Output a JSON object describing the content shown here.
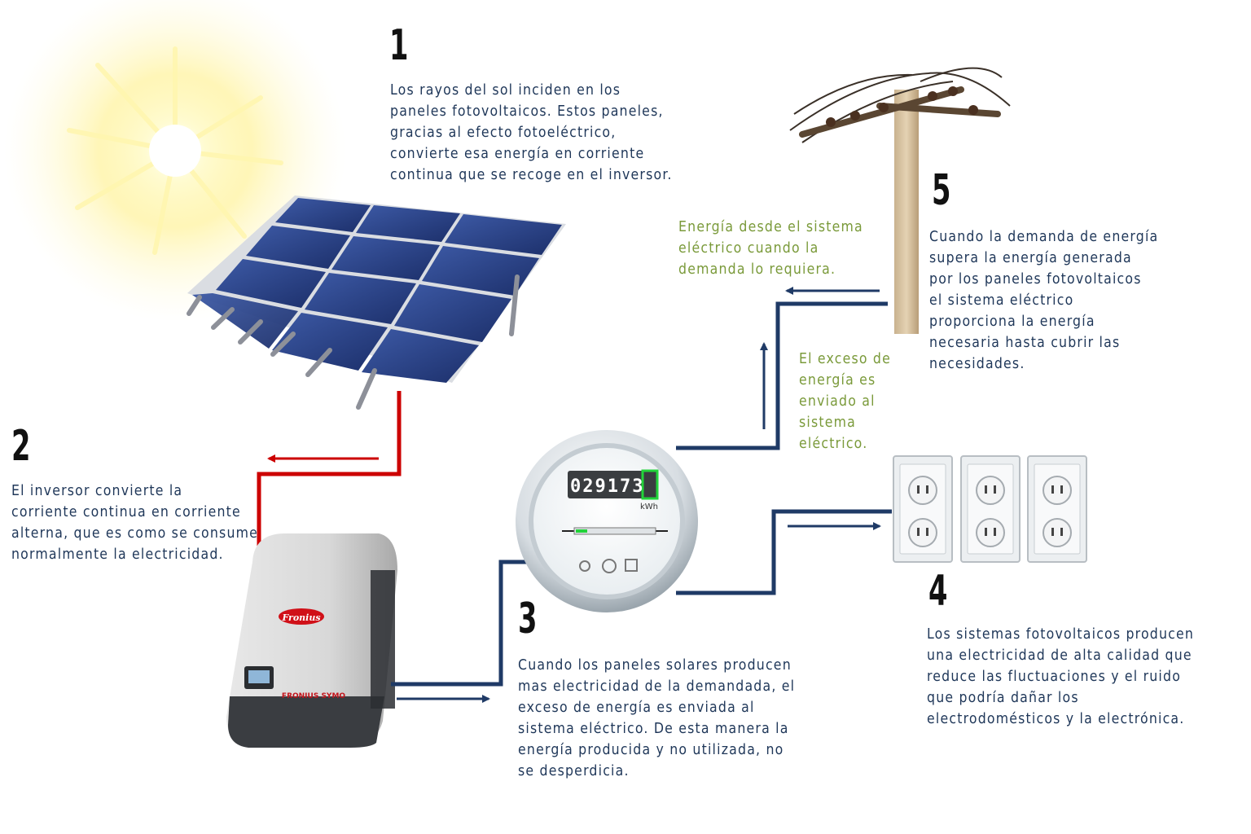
{
  "steps": [
    {
      "number": "1",
      "text": "Los rayos del sol inciden en los\npaneles fotovoltaicos. Estos paneles,\ngracias al efecto fotoeléctrico,\nconvierte esa energía en corriente\ncontinua que se recoge en el inversor."
    },
    {
      "number": "2",
      "text": "El inversor convierte la\ncorriente continua en corriente\nalterna, que es como se consume\nnormalmente la electricidad."
    },
    {
      "number": "3",
      "text": "Cuando los paneles solares producen\nmas electricidad de la demandada, el\nexceso de energía es enviada al\nsistema eléctrico. De esta manera la\nenergía producida y no utilizada, no\nse desperdicia."
    },
    {
      "number": "4",
      "text": "Los sistemas fotovoltaicos producen\nuna electricidad de alta calidad que\nreduce las fluctuaciones y el ruido\nque podría dañar los\nelectrodomésticos y la electrónica."
    },
    {
      "number": "5",
      "text": "Cuando la demanda de energía\nsupera la energía generada\npor los paneles fotovoltaicos\nel sistema eléctrico\nproporciona la energía\nnecesaria hasta cubrir las\nnecesidades."
    }
  ],
  "flow_labels": {
    "from_grid": "Energía desde el sistema\neléctrico cuando la\ndemanda lo requiera.",
    "to_grid": "El exceso de\nenergía es\nenviado al\nsistema\neléctrico."
  },
  "meter": {
    "reading": "029173",
    "unit": "kWh"
  },
  "inverter": {
    "brand": "Fronius",
    "model": "FRONIUS SYMO"
  },
  "colors": {
    "dc_line": "#cc0000",
    "ac_line": "#1f3a66",
    "text": "#1f3759",
    "label_green": "#7a9a3a"
  }
}
